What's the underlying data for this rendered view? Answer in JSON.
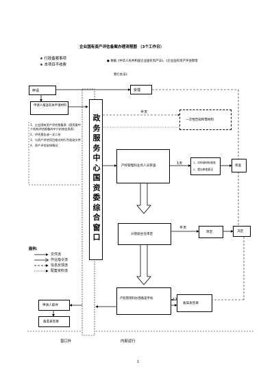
{
  "title": "企业国有资产评估备案办理流程图 （3个工作日）",
  "left_header": {
    "item1": "★ 行政备案事项",
    "item2": "★ 本项目不收费"
  },
  "basis": {
    "line1": "● 依据《中华人民共和国企业国有资产法》、《企业国有资产评估管理",
    "line2": "暂行办法》"
  },
  "central_window": "政务服务中心国资委综合窗口",
  "nodes": {
    "apply": "申请",
    "accept": "受理",
    "applicant_submit": "申请人报送有关申请材料",
    "materials_list": [
      "1、企业国有资产评估报备表（国资委中介机构评估报备的中介机构信息表）",
      "2、评估报告或一式二份",
      "3、与资产评估项目相对的行为批准文件",
      "4、资产评估安排情况"
    ],
    "half_day_1": "半天",
    "notify_once": "一次性告知所需材料",
    "section_review": "产权管理科业务人员审查",
    "one_day_1": "1天",
    "review_notes": [
      "1、对申请材料核准",
      "2、提出审查意见"
    ],
    "review_label": "审查",
    "deputy_review": "分管副主任审定",
    "half_day_2": "半天",
    "approve": "审定",
    "decision": "决定",
    "chief_sign": "产权管理科办理备案手续",
    "one_day_2": "1天",
    "filing_visa": "备案表签章",
    "applicant_collect": "申请人取件",
    "filing_stamp": "备案表签章"
  },
  "legend": {
    "title": "图例:",
    "items": [
      "文件流",
      "作业指令流",
      "信息反馈流",
      "配套资料流"
    ]
  },
  "footer": {
    "outside": "窗口外",
    "inside": "内部运行",
    "page_number": "1"
  }
}
